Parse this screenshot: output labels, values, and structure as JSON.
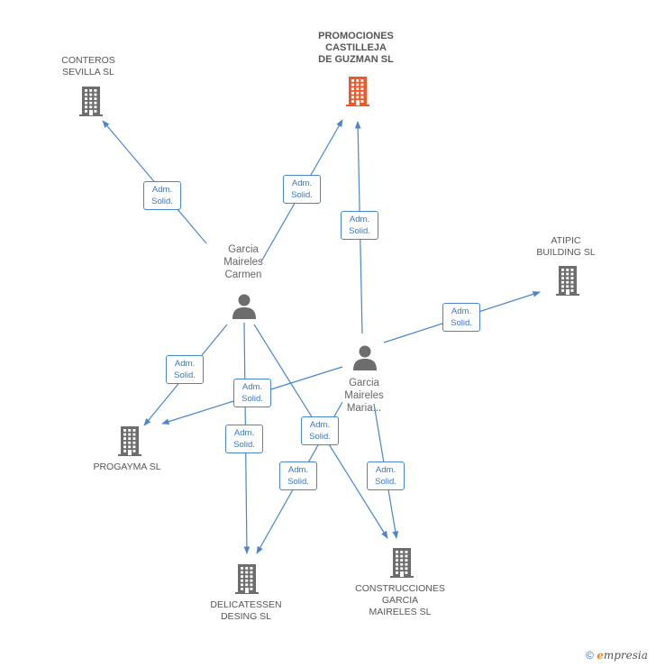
{
  "colors": {
    "edge": "#4a86c8",
    "building": "#6d6d6d",
    "building_main": "#f0582a",
    "person": "#6d6d6d"
  },
  "companies": [
    {
      "id": "promociones",
      "label": "PROMOCIONES\nCASTILLEJA\nDE GUZMAN SL",
      "main": true,
      "icon": "building-icon"
    },
    {
      "id": "conteros",
      "label": "CONTEROS\nSEVILLA SL",
      "icon": "building-icon"
    },
    {
      "id": "atipic",
      "label": "ATIPIC\nBUILDING SL",
      "icon": "building-icon"
    },
    {
      "id": "progayma",
      "label": "PROGAYMA SL",
      "icon": "building-icon"
    },
    {
      "id": "delicatessen",
      "label": "DELICATESSEN\nDESING SL",
      "icon": "building-icon"
    },
    {
      "id": "construcciones",
      "label": "CONSTRUCCIONES\nGARCIA\nMAIRELES SL",
      "icon": "building-icon"
    }
  ],
  "people": [
    {
      "id": "carmen",
      "label": "Garcia\nMaireles\nCarmen",
      "icon": "person-icon"
    },
    {
      "id": "maria",
      "label": "Garcia\nMaireles\nMaria...",
      "icon": "person-icon"
    }
  ],
  "relations": [
    {
      "from": "carmen",
      "to": "conteros",
      "label": "Adm.\nSolid."
    },
    {
      "from": "carmen",
      "to": "promociones",
      "label": "Adm.\nSolid."
    },
    {
      "from": "maria",
      "to": "promociones",
      "label": "Adm.\nSolid."
    },
    {
      "from": "maria",
      "to": "atipic",
      "label": "Adm.\nSolid."
    },
    {
      "from": "carmen",
      "to": "progayma",
      "label": "Adm.\nSolid."
    },
    {
      "from": "maria",
      "to": "progayma",
      "label": "Adm.\nSolid."
    },
    {
      "from": "carmen",
      "to": "delicatessen",
      "label": "Adm.\nSolid."
    },
    {
      "from": "carmen",
      "to": "construcciones",
      "label": "Adm.\nSolid."
    },
    {
      "from": "maria",
      "to": "delicatessen",
      "label": "Adm.\nSolid."
    },
    {
      "from": "maria",
      "to": "construcciones",
      "label": "Adm.\nSolid."
    }
  ],
  "footer": {
    "copyright": "©",
    "brand_e": "e",
    "brand_rest": "mpresia"
  }
}
